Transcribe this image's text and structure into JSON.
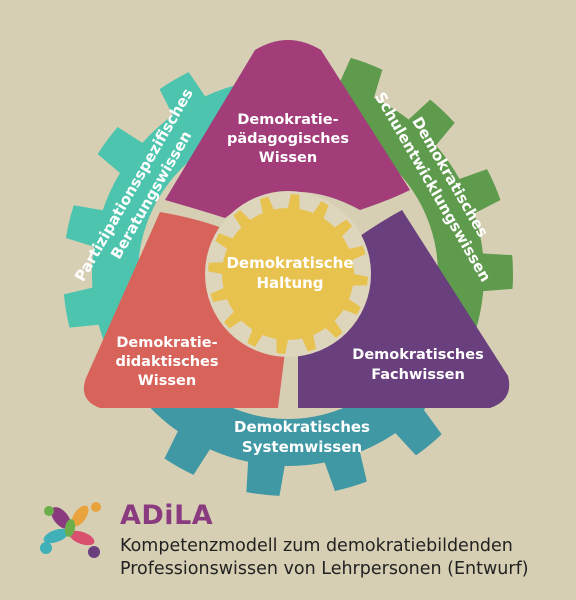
{
  "diagram": {
    "core": {
      "line1": "Demokratische",
      "line2": "Haltung"
    },
    "top_segment": {
      "line1": "Demokratie-",
      "line2": "pädagogisches",
      "line3": "Wissen"
    },
    "left_segment": {
      "line1": "Demokratie-",
      "line2": "didaktisches",
      "line3": "Wissen"
    },
    "right_segment": {
      "line1": "Demokratisches",
      "line2": "Fachwissen"
    },
    "left_band": {
      "line1": "Partizipationsspezifisches",
      "line2": "Beratungswissen"
    },
    "right_band": {
      "line1": "Demokratisches",
      "line2": "Schulentwicklungswissen"
    },
    "bottom_band": {
      "line1": "Demokratisches",
      "line2": "Systemwissen"
    }
  },
  "footer": {
    "brand": "ADiLA",
    "subtitle_line1": "Kompetenzmodell zum demokratiebildenden",
    "subtitle_line2": "Professionswissen von Lehrpersonen (Entwurf)"
  },
  "colors": {
    "background": "#d6cfb4",
    "teal_left": "#4dc4ae",
    "green_right": "#5e9b4d",
    "teal_bottom": "#3f98a4",
    "magenta": "#a23d7a",
    "coral": "#d7635b",
    "purple": "#6a3f7e",
    "gold": "#e8c24f",
    "brand": "#8a3a7e"
  }
}
